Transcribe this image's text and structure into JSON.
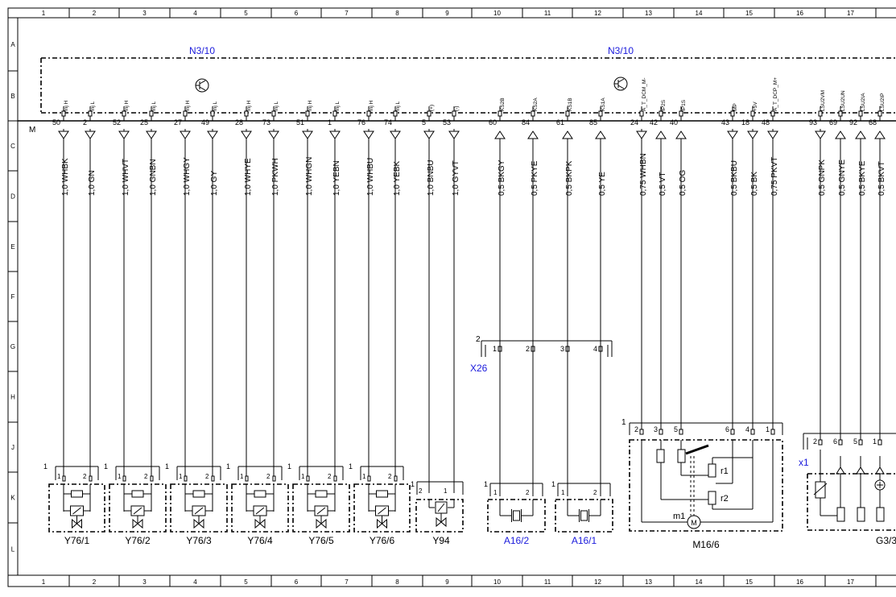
{
  "grid": {
    "columns": [
      "1",
      "2",
      "3",
      "4",
      "5",
      "6",
      "7",
      "8",
      "9",
      "10",
      "11",
      "12",
      "13",
      "14",
      "15",
      "16",
      "17"
    ],
    "rows": [
      "A",
      "B",
      "C",
      "D",
      "E",
      "F",
      "G",
      "H",
      "J",
      "K",
      "L"
    ]
  },
  "ecu": {
    "labels": [
      "N3/10",
      "N3/10"
    ],
    "mass_label": "M",
    "pins": [
      {
        "num": "50",
        "sig": "Inj H",
        "wire": "1,0 WHBK",
        "dir": "out"
      },
      {
        "num": "2",
        "sig": "Inj L",
        "wire": "1,0 GN",
        "dir": "out"
      },
      {
        "num": "52",
        "sig": "Inj H",
        "wire": "1,0 WHVT",
        "dir": "out"
      },
      {
        "num": "25",
        "sig": "Inj L",
        "wire": "1,0 GNBN",
        "dir": "out"
      },
      {
        "num": "27",
        "sig": "Inj H",
        "wire": "1,0 WHGY",
        "dir": "out"
      },
      {
        "num": "49",
        "sig": "Inj L",
        "wire": "1,0 GY",
        "dir": "out"
      },
      {
        "num": "28",
        "sig": "Inj H",
        "wire": "1,0 WHYE",
        "dir": "out"
      },
      {
        "num": "73",
        "sig": "Inj L",
        "wire": "1,0 PKWH",
        "dir": "out"
      },
      {
        "num": "51",
        "sig": "Inj H",
        "wire": "1,0 WHGN",
        "dir": "out"
      },
      {
        "num": "1",
        "sig": "Inj L",
        "wire": "1,0 YEBN",
        "dir": "out"
      },
      {
        "num": "76",
        "sig": "Inj H",
        "wire": "1,0 WHBU",
        "dir": "out"
      },
      {
        "num": "74",
        "sig": "Inj L",
        "wire": "1,0 YEBK",
        "dir": "out"
      },
      {
        "num": "5",
        "sig": "(+)",
        "wire": "1,0 BNBU",
        "dir": "out"
      },
      {
        "num": "53",
        "sig": "(-)",
        "wire": "1,0 GYVT",
        "dir": "out"
      },
      {
        "num": "60",
        "sig": "KS2B",
        "wire": "0,5 BKGY",
        "dir": "in"
      },
      {
        "num": "84",
        "sig": "KS2A",
        "wire": "0,5 PKYE",
        "dir": "in"
      },
      {
        "num": "61",
        "sig": "KS1B",
        "wire": "0,5 BKPK",
        "dir": "in"
      },
      {
        "num": "85",
        "sig": "KS1A",
        "wire": "0,5 YE",
        "dir": "in"
      },
      {
        "num": "24",
        "sig": "A_T_DCM_M-",
        "wire": "0,75 WHBN",
        "dir": "out"
      },
      {
        "num": "42",
        "sig": "IP2S",
        "wire": "0,5 VT",
        "dir": "in"
      },
      {
        "num": "40",
        "sig": "IP1S",
        "wire": "0,5 OG",
        "dir": "in"
      },
      {
        "num": "43",
        "sig": "MP",
        "wire": "0,5 BKBU",
        "dir": "out"
      },
      {
        "num": "18",
        "sig": "+5V",
        "wire": "0,5 BK",
        "dir": "out"
      },
      {
        "num": "48",
        "sig": "A_T_DCP_M+",
        "wire": "0,75 PKVT",
        "dir": "out"
      },
      {
        "num": "93",
        "sig": "LSU2VM",
        "wire": "0,5 GNPK",
        "dir": "out"
      },
      {
        "num": "69",
        "sig": "LSU2UN",
        "wire": "0,5 GNYE",
        "dir": "in"
      },
      {
        "num": "92",
        "sig": "LSU2IA",
        "wire": "0,5 BKYE",
        "dir": "in"
      },
      {
        "num": "68",
        "sig": "LSU2IP",
        "wire": "0,5 BKVT",
        "dir": "in"
      }
    ]
  },
  "components": {
    "injectors": [
      "Y76/1",
      "Y76/2",
      "Y76/3",
      "Y76/4",
      "Y76/5",
      "Y76/6"
    ],
    "valve": "Y94",
    "knock_sensors": [
      "A16/2",
      "A16/1"
    ],
    "actuator": "M16/6",
    "actuator_parts": {
      "m": "m1",
      "r1": "r1",
      "r2": "r2",
      "motor": "M"
    },
    "o2_sensor": "G3/3"
  },
  "connectors": {
    "x26": {
      "label": "X26",
      "prefix": "2",
      "pins": [
        "1",
        "2",
        "3",
        "4"
      ]
    },
    "x1": {
      "label": "x1",
      "pins": [
        "2",
        "6",
        "5",
        "1"
      ]
    },
    "m16_pins": {
      "prefix": "1",
      "pins": [
        "2",
        "3",
        "5",
        "6",
        "4",
        "1"
      ]
    },
    "two_pin": {
      "prefix": "1",
      "pins": [
        "1",
        "2"
      ]
    }
  }
}
